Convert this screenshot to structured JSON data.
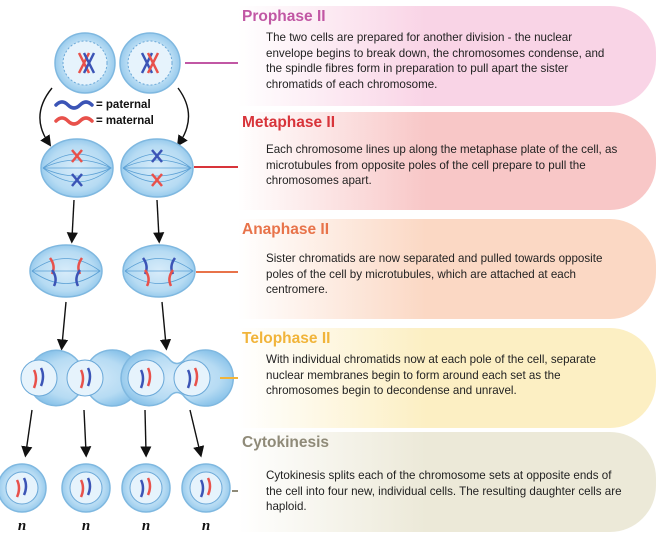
{
  "legend": {
    "paternal_label": "= paternal",
    "maternal_label": "= maternal",
    "paternal_color": "#3b54b6",
    "maternal_color": "#e8514b"
  },
  "phases": [
    {
      "title": "Prophase II",
      "description": "The two cells are prepared for another division - the nuclear envelope begins to break down, the chromosomes condense, and the spindle fibres form in preparation to pull apart the sister chromatids of each chromosome.",
      "title_color": "#c157a4",
      "bg_color": "#f9d4e6",
      "line_color": "#c157a4"
    },
    {
      "title": "Metaphase II",
      "description": "Each chromosome lines up along the metaphase plate of the cell, as microtubules from opposite poles of the cell prepare to pull the chromosomes apart.",
      "title_color": "#d8343a",
      "bg_color": "#f8c7c7",
      "line_color": "#d8343a"
    },
    {
      "title": "Anaphase II",
      "description": "Sister chromatids are now separated and pulled towards opposite poles of the cell by microtubules, which are attached at each centromere.",
      "title_color": "#e8734a",
      "bg_color": "#fbd8c4",
      "line_color": "#e8734a"
    },
    {
      "title": "Telophase II",
      "description": "With individual chromatids now at each pole of the cell, separate nuclear membranes begin to form around each set as the chromosomes begin to decondense and unravel.",
      "title_color": "#f1b43a",
      "bg_color": "#fcefc3",
      "line_color": "#f1b43a"
    },
    {
      "title": "Cytokinesis",
      "description": "Cytokinesis splits each of the chromosome sets at opposite ends of the cell into four new, individual cells. The resulting daughter cells are haploid.",
      "title_color": "#8f8a78",
      "bg_color": "#ece9d8",
      "line_color": "#8f8a78"
    }
  ],
  "ploidy_labels": [
    "n",
    "n",
    "n",
    "n"
  ]
}
